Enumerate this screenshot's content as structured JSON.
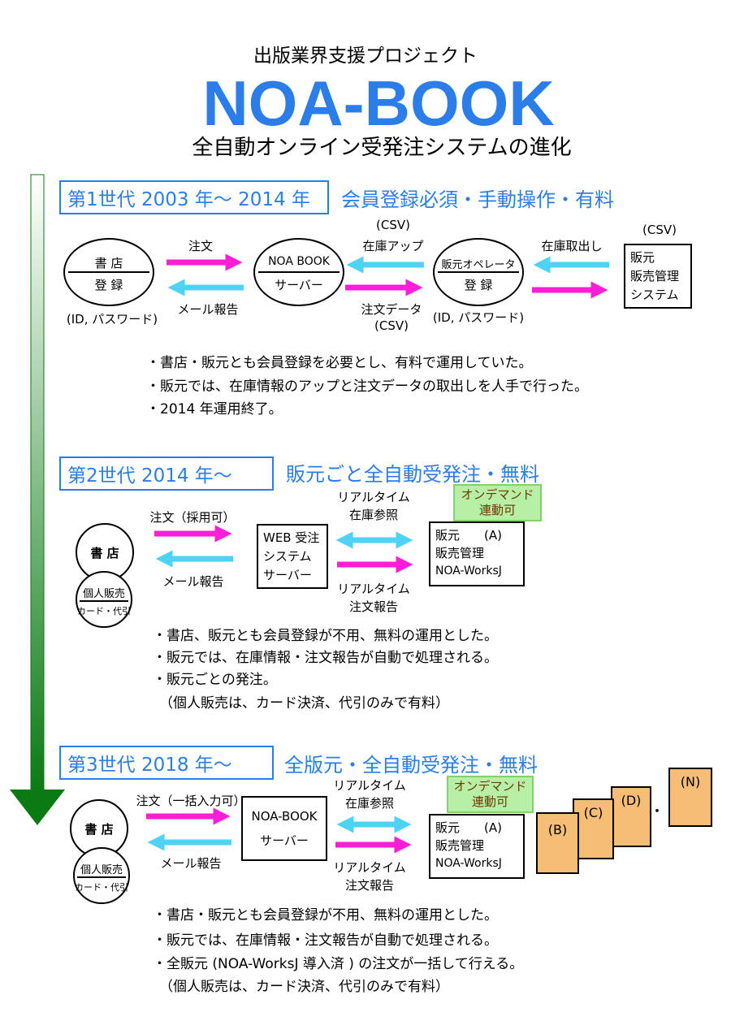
{
  "header": {
    "project": "出版業界支援プロジェクト",
    "title": "NOA-BOOK",
    "subtitle": "全自動オンライン受発注システムの進化"
  },
  "colors": {
    "blue": "#2b7de9",
    "magenta": "#ff1ed8",
    "cyan": "#4fd3f5",
    "green": "#0b7a12",
    "orange": "#f6bd77"
  },
  "gen1": {
    "label": "第1世代 2003 年～ 2014 年",
    "heading": "会員登録必須・手動操作・有料",
    "shop_top": "書 店",
    "shop_bottom": "登 録",
    "shop_id": "(ID, パスワード)",
    "server_top": "NOA BOOK",
    "server_bottom": "サーバー",
    "op_top": "販元オペレータ",
    "op_bottom": "登 録",
    "op_id": "(ID, パスワード)",
    "sys": [
      "販元",
      "販売管理",
      "システム"
    ],
    "sys_csv": "(CSV)",
    "order": "注文",
    "mail": "メール報告",
    "csv_top": "(CSV)",
    "stock_up": "在庫アップ",
    "order_data": "注文データ",
    "csv_bottom": "(CSV)",
    "stock_out": "在庫取出し",
    "bullets": [
      "・書店・販元とも会員登録を必要とし、有料で運用していた。",
      "・販元では、在庫情報のアップと注文データの取出しを人手で行った。",
      "・2014 年運用終了。"
    ]
  },
  "gen2": {
    "label": "第2世代  2014 年～",
    "heading": "販元ごと全自動受発注・無料",
    "shop": "書 店",
    "personal_top": "個人販売",
    "personal_bottom": "カード・代引",
    "order": "注文（採用可）",
    "mail": "メール報告",
    "server": [
      "WEB 受注",
      "システム",
      "サーバー"
    ],
    "rt1": "リアルタイム",
    "stock_ref": "在庫参照",
    "rt2": "リアルタイム",
    "order_report": "注文報告",
    "ondemand": [
      "オンデマンド",
      "連動可"
    ],
    "pub": "販元",
    "pub_a": "(A)",
    "pub_mgmt": "販売管理",
    "pub_sys": "NOA-WorksJ",
    "bullets": [
      "・書店、販元とも会員登録が不用、無料の運用とした。",
      "・販元では、在庫情報・注文報告が自動で処理される。",
      "・販元ごとの発注。",
      "（個人販売は、カード決済、代引のみで有料）"
    ]
  },
  "gen3": {
    "label": "第3世代 2018 年～",
    "heading": "全版元・全自動受発注・無料",
    "shop": "書 店",
    "personal_top": "個人販売",
    "personal_bottom": "カード・代引",
    "order": "注文（一括入力可）",
    "mail": "メール報告",
    "server": [
      "NOA-BOOK",
      "サーバー"
    ],
    "rt1": "リアルタイム",
    "stock_ref": "在庫参照",
    "rt2": "リアルタイム",
    "order_report": "注文報告",
    "ondemand": [
      "オンデマンド",
      "連動可"
    ],
    "pub": "販元",
    "pub_a": "(A)",
    "pub_mgmt": "販売管理",
    "pub_sys": "NOA-WorksJ",
    "others": [
      "(B)",
      "(C)",
      "(D)",
      "(N)"
    ],
    "dots": "・",
    "bullets": [
      "・書店・販元とも会員登録が不用、無料の運用とした。",
      "・販元では、在庫情報・注文報告が自動で処理される。",
      "・全販元 (NOA-WorksJ 導入済 ) の注文が一括して行える。",
      "（個人販売は、カード決済、代引のみで有料）"
    ]
  }
}
